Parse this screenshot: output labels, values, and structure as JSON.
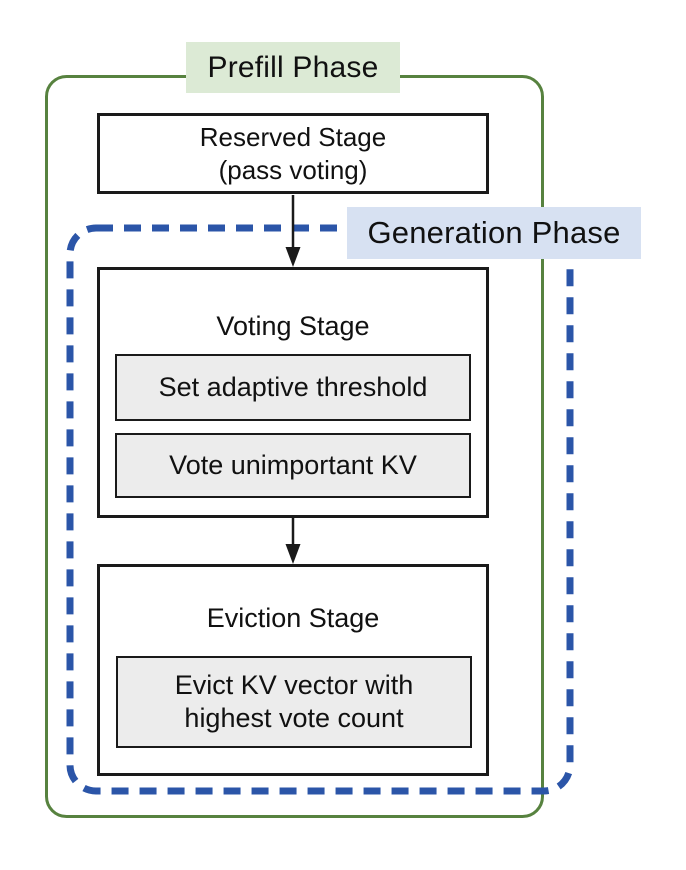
{
  "figure": {
    "prefill_phase": {
      "label": "Prefill Phase",
      "bg": "#dcead5",
      "border_color": "#57823f"
    },
    "generation_phase": {
      "label": "Generation Phase",
      "bg": "#d7e1f2",
      "border_color": "#2b55a8"
    },
    "reserved_stage": {
      "line1": "Reserved Stage",
      "line2": "(pass voting)"
    },
    "voting_stage": {
      "title": "Voting Stage",
      "steps": [
        "Set adaptive threshold",
        "Vote unimportant KV"
      ]
    },
    "eviction_stage": {
      "title": "Eviction Stage",
      "step": {
        "line1": "Evict KV vector with",
        "line2": "highest vote count"
      }
    },
    "colors": {
      "box_border": "#1a1a1a",
      "step_box_bg": "#ececec",
      "text": "#111111",
      "background": "#ffffff"
    }
  }
}
